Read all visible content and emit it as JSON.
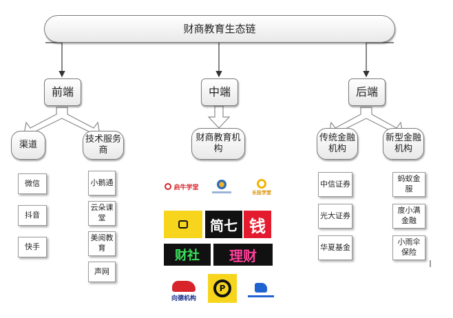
{
  "root": "财商教育生态链",
  "front": {
    "title": "前端",
    "categories": [
      "渠道",
      "技术服务商"
    ],
    "channels": [
      "微信",
      "抖音",
      "快手"
    ],
    "tech_providers": [
      "小鹅通",
      "云朵课堂",
      "美阅教育",
      "声网"
    ]
  },
  "middle": {
    "title": "中端",
    "category": "财商教育机构",
    "logos": [
      {
        "name": "ququ-logo",
        "text": "启牛学堂",
        "fg": "#d8232a",
        "bg": "#ffffff"
      },
      {
        "name": "edu-logo-small",
        "text": "",
        "fg": "#2f6db3",
        "bg": "#ffffff"
      },
      {
        "name": "changtou-logo",
        "text": "长投学堂",
        "fg": "#f0b400",
        "bg": "#ffffff"
      },
      {
        "name": "xiaoe-logo",
        "text": "",
        "fg": "#000000",
        "bg": "#f7d51c"
      },
      {
        "name": "jianqi-logo",
        "text": "简七",
        "fg": "#ffffff",
        "bg": "#111111"
      },
      {
        "name": "qian-logo",
        "text": "钱",
        "fg": "#ffffff",
        "bg": "#e41b2f"
      },
      {
        "name": "caishe-logo",
        "text": "财社",
        "fg": "#3ce05a",
        "bg": "#111111"
      },
      {
        "name": "licai-logo",
        "text": "理财",
        "fg": "#ff3f9a",
        "bg": "#111111"
      },
      {
        "name": "xiangde-logo",
        "text": "向德机构",
        "fg": "#1b2f8a",
        "bg": "#ffffff"
      },
      {
        "name": "p-logo",
        "text": "P",
        "fg": "#111111",
        "bg": "#f7d51c"
      },
      {
        "name": "blue-logo",
        "text": "",
        "fg": "#1f62d1",
        "bg": "#ffffff"
      }
    ]
  },
  "back": {
    "title": "后端",
    "categories": [
      "传统金融机构",
      "新型金融机构"
    ],
    "traditional": [
      "中信证券",
      "光大证券",
      "华夏基金"
    ],
    "new": [
      "蚂蚁金服",
      "度小满金融",
      "小雨伞保险"
    ]
  },
  "colors": {
    "line": "#333333",
    "box_border": "#7a7a7a",
    "fat_arrow": "#9a9a9a"
  }
}
